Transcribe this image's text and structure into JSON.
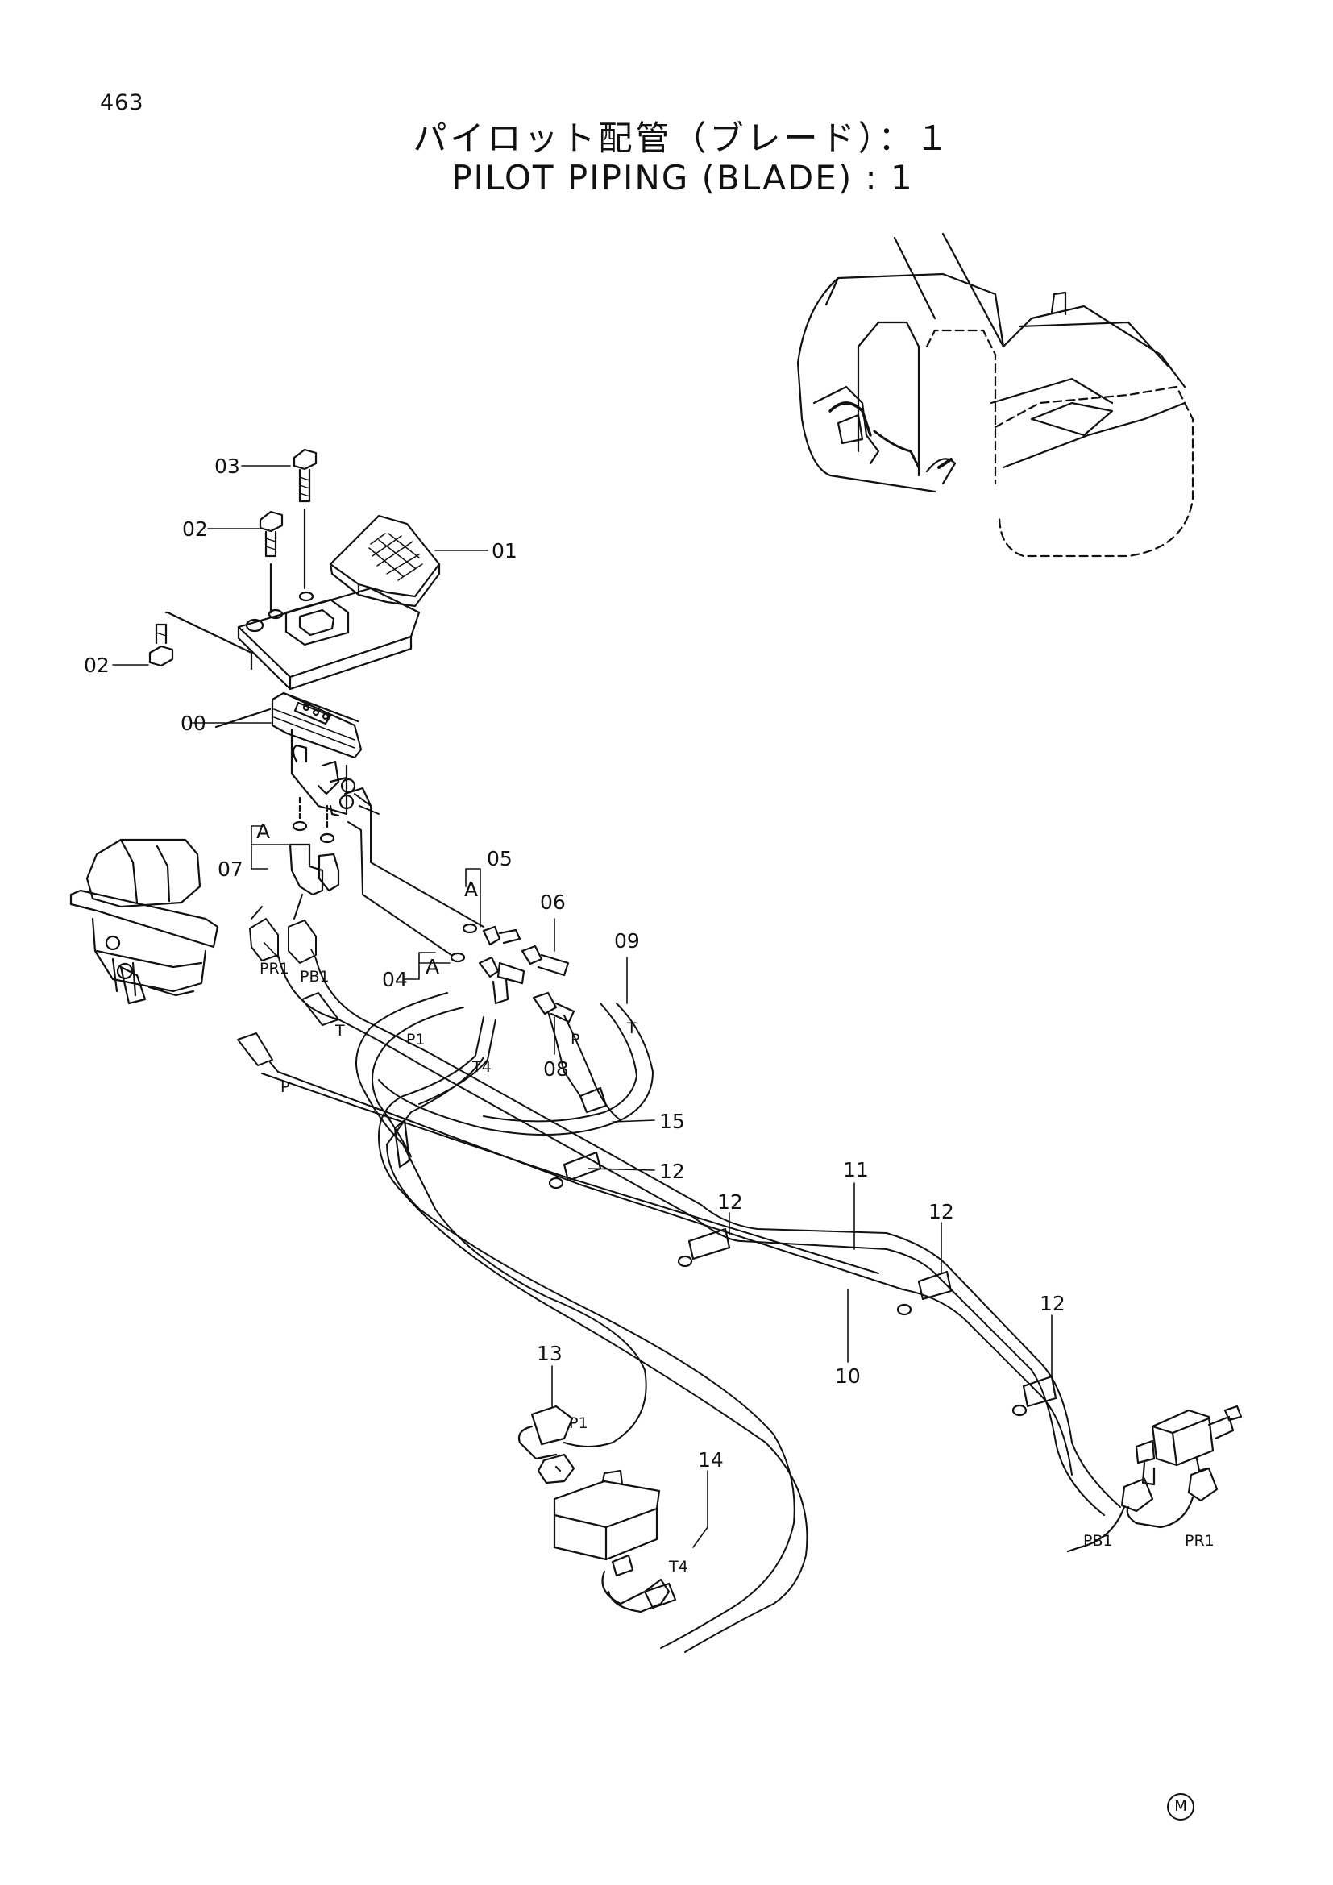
{
  "page_number": "463",
  "title_jp": "パイロット配管（ブレード）：１",
  "title_en": "PILOT PIPING (BLADE) : 1",
  "mark": "M",
  "callouts": {
    "c00": "00",
    "c01": "01",
    "c02a": "02",
    "c02b": "02",
    "c03": "03",
    "c04": "04",
    "c05": "05",
    "c06": "06",
    "c07": "07",
    "c08": "08",
    "c09": "09",
    "c10": "10",
    "c11": "11",
    "c12a": "12",
    "c12b": "12",
    "c12c": "12",
    "c12d": "12",
    "c13": "13",
    "c14": "14",
    "c15": "15"
  },
  "ref_labels": {
    "a1": "A",
    "a2": "A",
    "a3": "A"
  },
  "port_labels": {
    "pr1_left": "PR1",
    "pb1_left": "PB1",
    "t_left": "T",
    "p_left": "P",
    "p1_center": "P1",
    "t4_center": "T4",
    "p_center": "P",
    "t_center": "T",
    "p1_lower": "P1",
    "t4_lower": "T4",
    "pb1_right": "PB1",
    "pr1_right": "PR1"
  }
}
